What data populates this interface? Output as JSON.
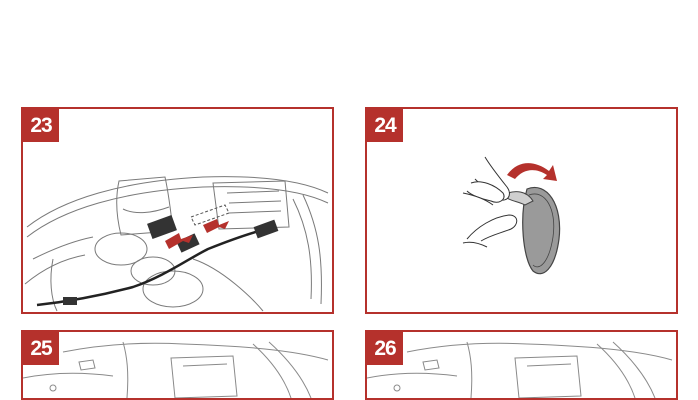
{
  "steps": [
    {
      "number": "23"
    },
    {
      "number": "24"
    },
    {
      "number": "25"
    },
    {
      "number": "26"
    }
  ],
  "colors": {
    "accent": "#b5312c",
    "line": "#6e6e6e",
    "pad": "#9a9a9a"
  }
}
